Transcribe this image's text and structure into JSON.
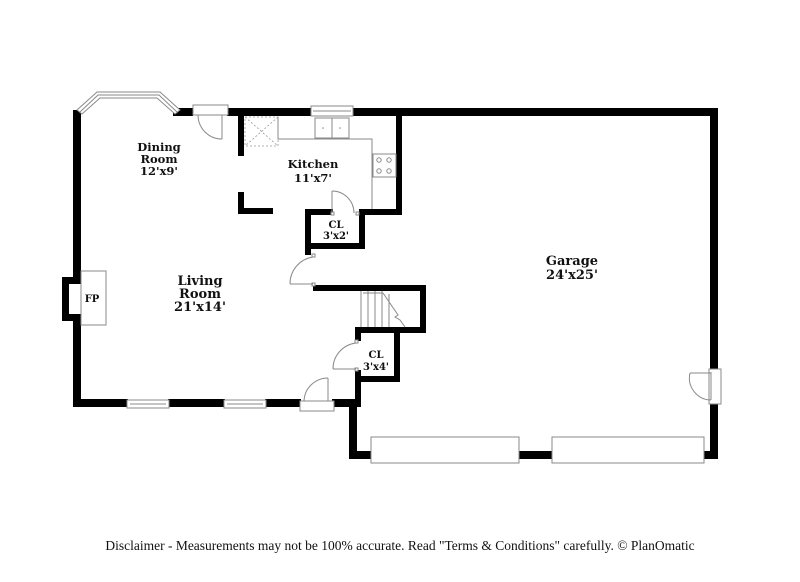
{
  "floor_plan": {
    "rooms": [
      {
        "id": "dining",
        "name_line1": "Dining",
        "name_line2": "Room",
        "dims": "12'x9'"
      },
      {
        "id": "kitchen",
        "name": "Kitchen",
        "dims": "11'x7'"
      },
      {
        "id": "closet-kitchen",
        "name": "CL",
        "dims": "3'x2'"
      },
      {
        "id": "living",
        "name_line1": "Living",
        "name_line2": "Room",
        "dims": "21'x14'"
      },
      {
        "id": "closet-hall",
        "name": "CL",
        "dims": "3'x4'"
      },
      {
        "id": "garage",
        "name": "Garage",
        "dims": "24'x25'"
      }
    ],
    "fixtures": {
      "fireplace": "FP"
    },
    "colors": {
      "wall": "#000000",
      "fixture_line": "#8a8a8a",
      "background": "#ffffff"
    }
  },
  "footer": {
    "disclaimer": "Disclaimer - Measurements may not be 100% accurate. Read \"Terms & Conditions\" carefully. © PlanOmatic"
  }
}
